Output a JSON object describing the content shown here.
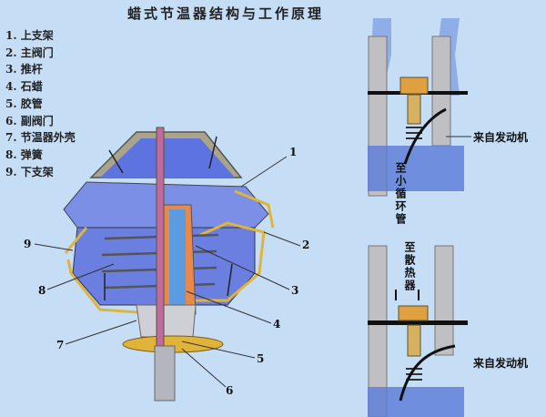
{
  "title": "蜡式节温器结构与工作原理",
  "legend": [
    "1. 上支架",
    "2. 主阀门",
    "3. 推杆",
    "4. 石蜡",
    "5. 胶管",
    "6. 副阀门",
    "7. 节温器外壳",
    "8. 弹簧",
    "9. 下支架"
  ],
  "callouts": [
    "1",
    "2",
    "3",
    "4",
    "5",
    "6",
    "7",
    "8",
    "9"
  ],
  "flow_labels": {
    "top_from_engine": "来自发动机",
    "top_to_small_loop": "至小循环管",
    "bottom_to_radiator": "至散热器",
    "bottom_from_engine": "来自发动机"
  }
}
